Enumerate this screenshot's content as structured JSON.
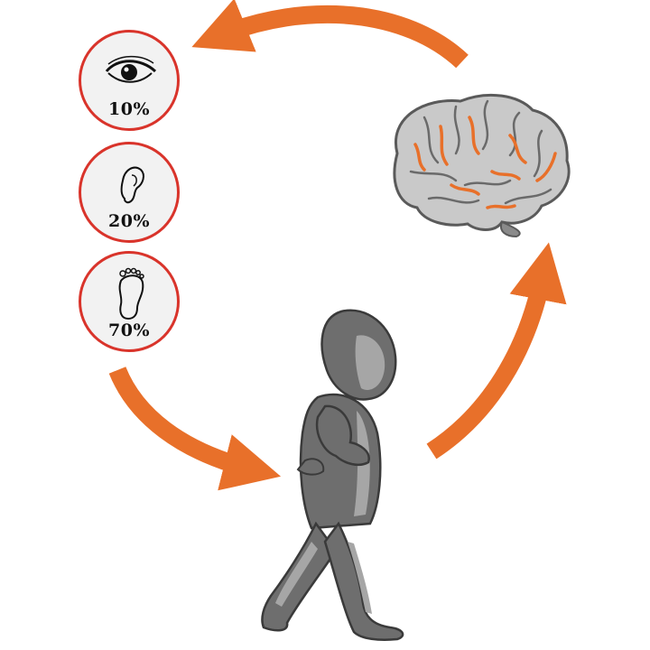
{
  "colors": {
    "arrow": "#e8702a",
    "badge_ring": "#d9342b",
    "badge_fill": "#f2f2f2",
    "brain_fill": "#c9c9c9",
    "brain_vein": "#e8702a",
    "child_dark": "#6e6e6e",
    "child_light": "#a6a6a6"
  },
  "senses": [
    {
      "icon": "eye-icon",
      "percent": "10%"
    },
    {
      "icon": "ear-icon",
      "percent": "20%"
    },
    {
      "icon": "foot-icon",
      "percent": "70%"
    }
  ],
  "illustrations": {
    "brain": "brain-icon",
    "child": "walking-child-figure"
  }
}
